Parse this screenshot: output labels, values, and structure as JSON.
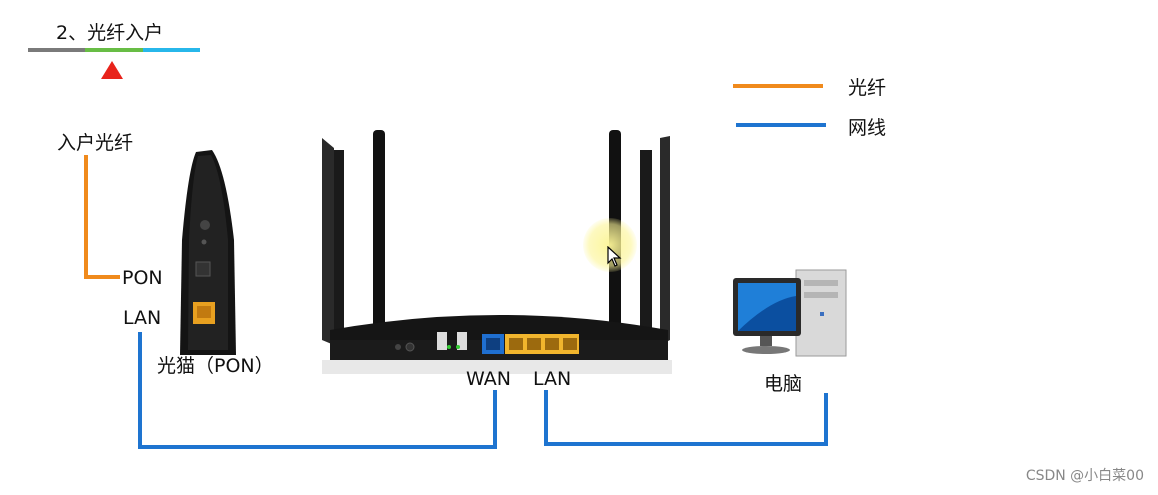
{
  "header": {
    "title": "2、光纤入户",
    "progress_colors": [
      "#7a7a7a",
      "#68bd45",
      "#27b7ea"
    ]
  },
  "legend": [
    {
      "label": "光纤",
      "color": "#f08a1c"
    },
    {
      "label": "网线",
      "color": "#1e74d0"
    }
  ],
  "labels": {
    "fiber_in": "入户光纤",
    "pon": "PON",
    "lan_modem": "LAN",
    "modem_name": "光猫（PON）",
    "wan": "WAN",
    "lan_router": "LAN",
    "pc": "电脑"
  },
  "watermark": "CSDN @小白菜00"
}
